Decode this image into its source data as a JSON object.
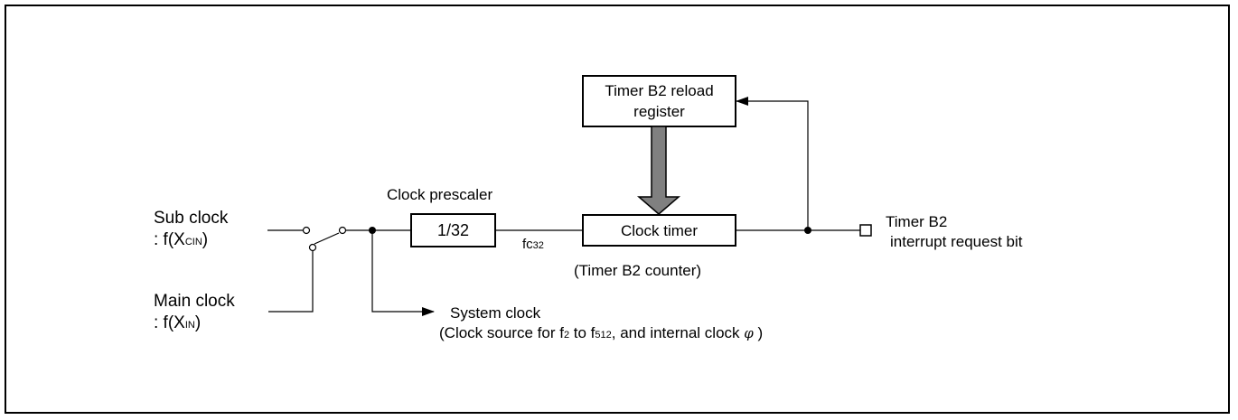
{
  "nodes": {
    "sub_clock": {
      "name": "Sub clock",
      "func_prefix": ": f(X",
      "func_sub": "CIN",
      "func_suffix": ")"
    },
    "main_clock": {
      "name": "Main clock",
      "func_prefix": ": f(X",
      "func_sub": "IN",
      "func_suffix": ")"
    },
    "prescaler": {
      "title": "Clock prescaler",
      "value": "1/32"
    },
    "fc32": {
      "prefix": "fc",
      "sub": "32"
    },
    "clock_timer": {
      "label": "Clock timer",
      "caption": "(Timer B2 counter)"
    },
    "reload_register": {
      "line1": "Timer B2 reload",
      "line2": "register"
    },
    "interrupt": {
      "line1": "Timer B2",
      "line2": "interrupt request bit"
    },
    "system_clock": {
      "title": "System clock",
      "desc_a": "(Clock source for f",
      "desc_sub1": "2",
      "desc_b": " to f",
      "desc_sub2": "512",
      "desc_c": ", and  internal clock ",
      "desc_phi": "φ",
      "desc_d": " )"
    }
  },
  "colors": {
    "line": "#000000",
    "arrow_fill": "#808080"
  }
}
